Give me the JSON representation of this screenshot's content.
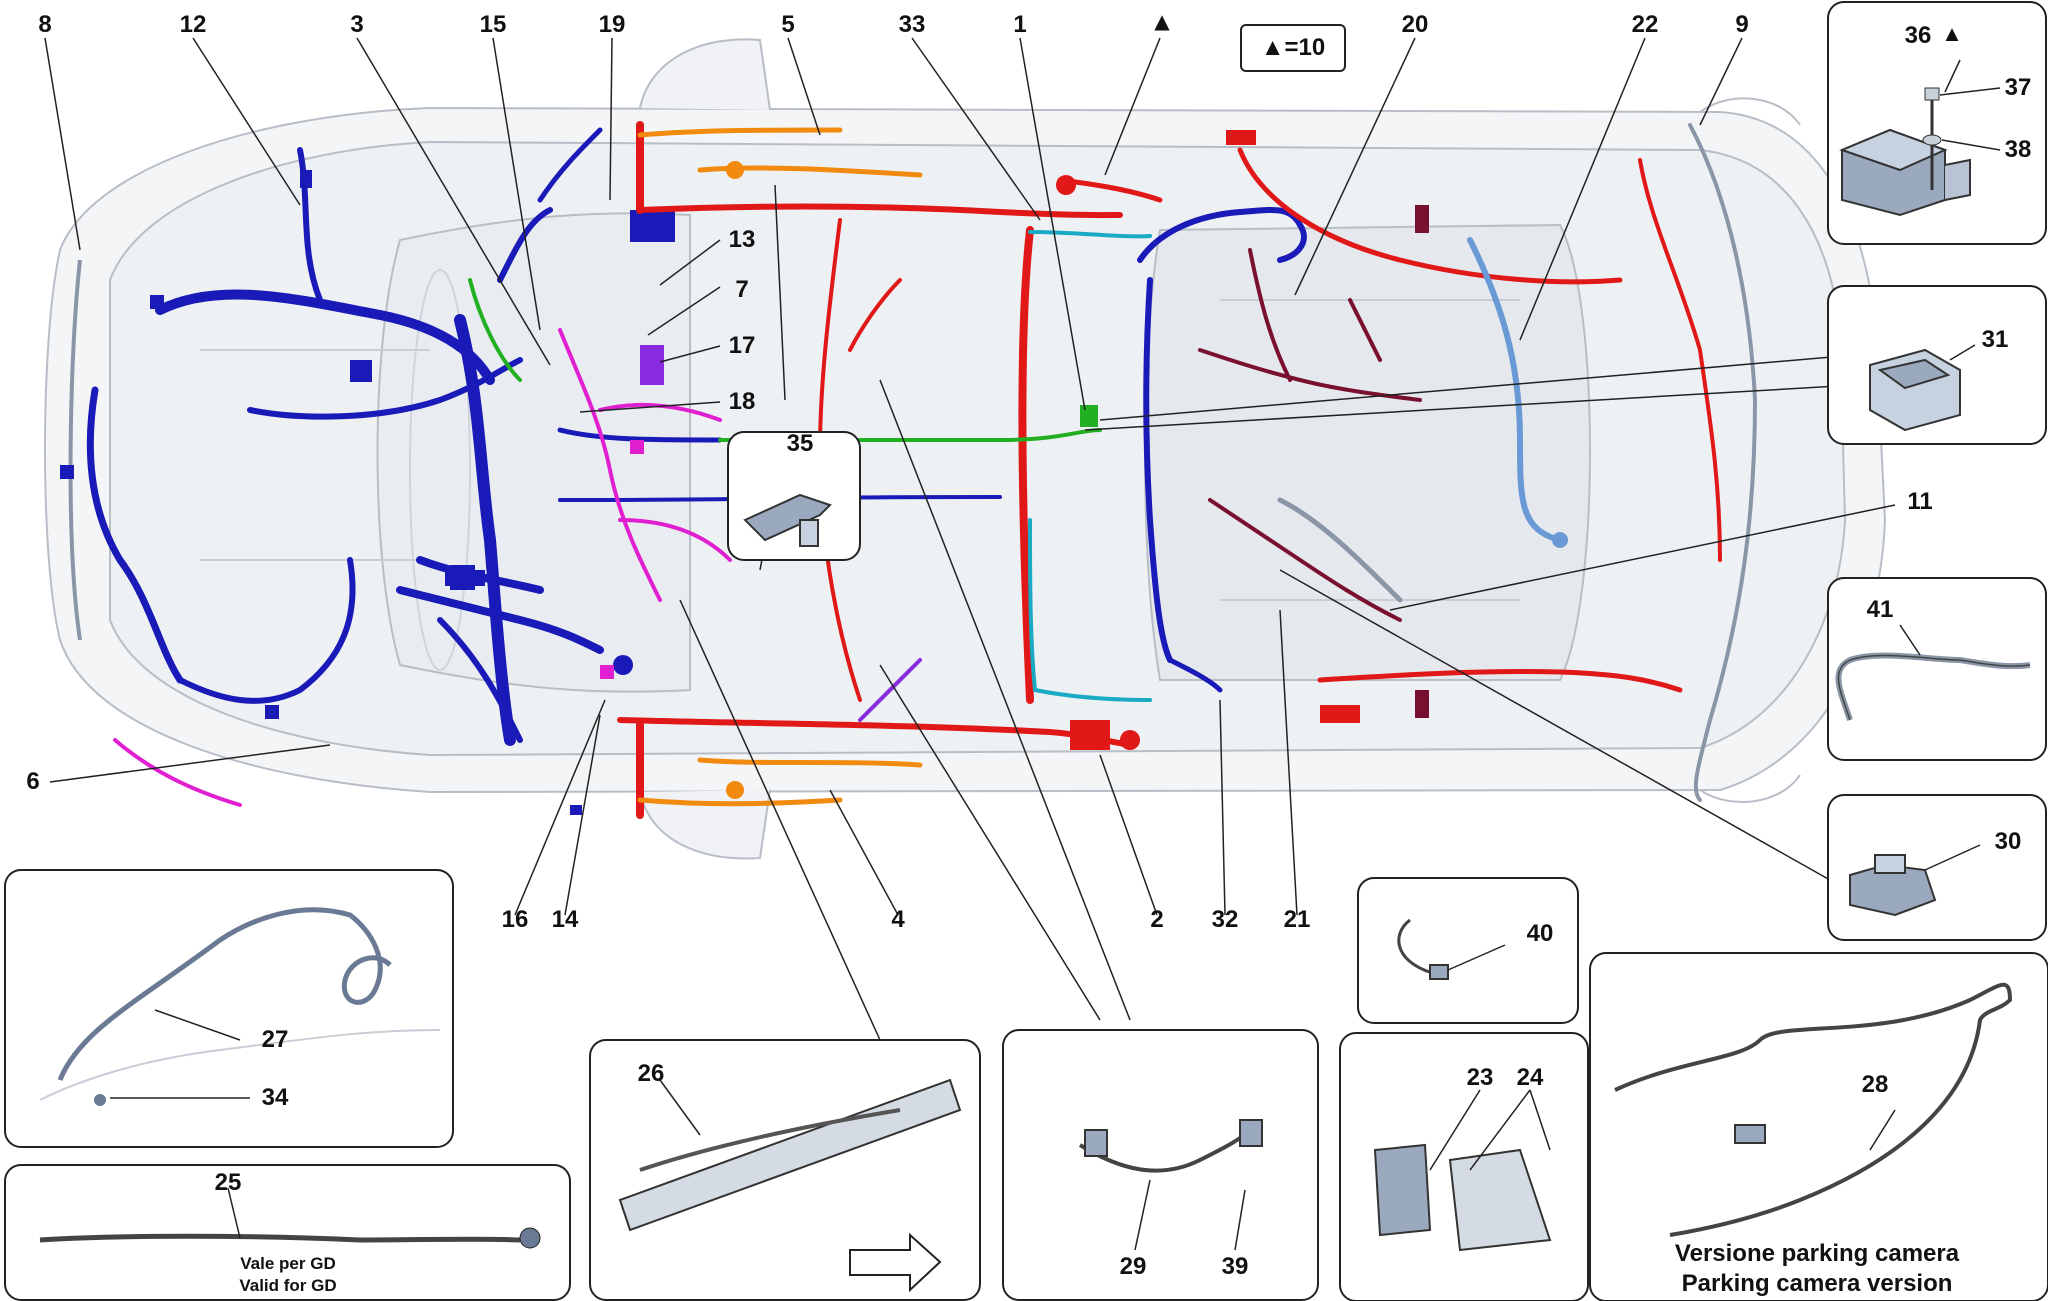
{
  "callouts": {
    "n1": "1",
    "n2": "2",
    "n3": "3",
    "n4": "4",
    "n5": "5",
    "n6": "6",
    "n7": "7",
    "n8": "8",
    "n9": "9",
    "n11": "11",
    "n12": "12",
    "n13": "13",
    "n14": "14",
    "n15": "15",
    "n16": "16",
    "n17": "17",
    "n18": "18",
    "n19": "19",
    "n20": "20",
    "n21": "21",
    "n22": "22",
    "n23": "23",
    "n24": "24",
    "n25": "25",
    "n26": "26",
    "n27": "27",
    "n28": "28",
    "n29": "29",
    "n30": "30",
    "n31": "31",
    "n32": "32",
    "n33": "33",
    "n34": "34",
    "n35": "35",
    "n36": "36",
    "n37": "37",
    "n38": "38",
    "n39": "39",
    "n40": "40",
    "n41": "41",
    "triangle": "▲"
  },
  "legend": {
    "key": "▲=10"
  },
  "insets": {
    "gd_line1": "Vale per GD",
    "gd_line2": "Valid for GD",
    "parking_line1": "Versione parking camera",
    "parking_line2": "Parking camera version"
  },
  "colors": {
    "blue": "#1a1ab8",
    "red": "#e01818",
    "orange": "#f28a10",
    "magenta": "#e020d0",
    "cyan": "#1aaac4",
    "green": "#22b022",
    "purple": "#8a2be0",
    "maroon": "#7a1030",
    "lightblue": "#6a9ad6",
    "grey": "#8a96a8"
  }
}
